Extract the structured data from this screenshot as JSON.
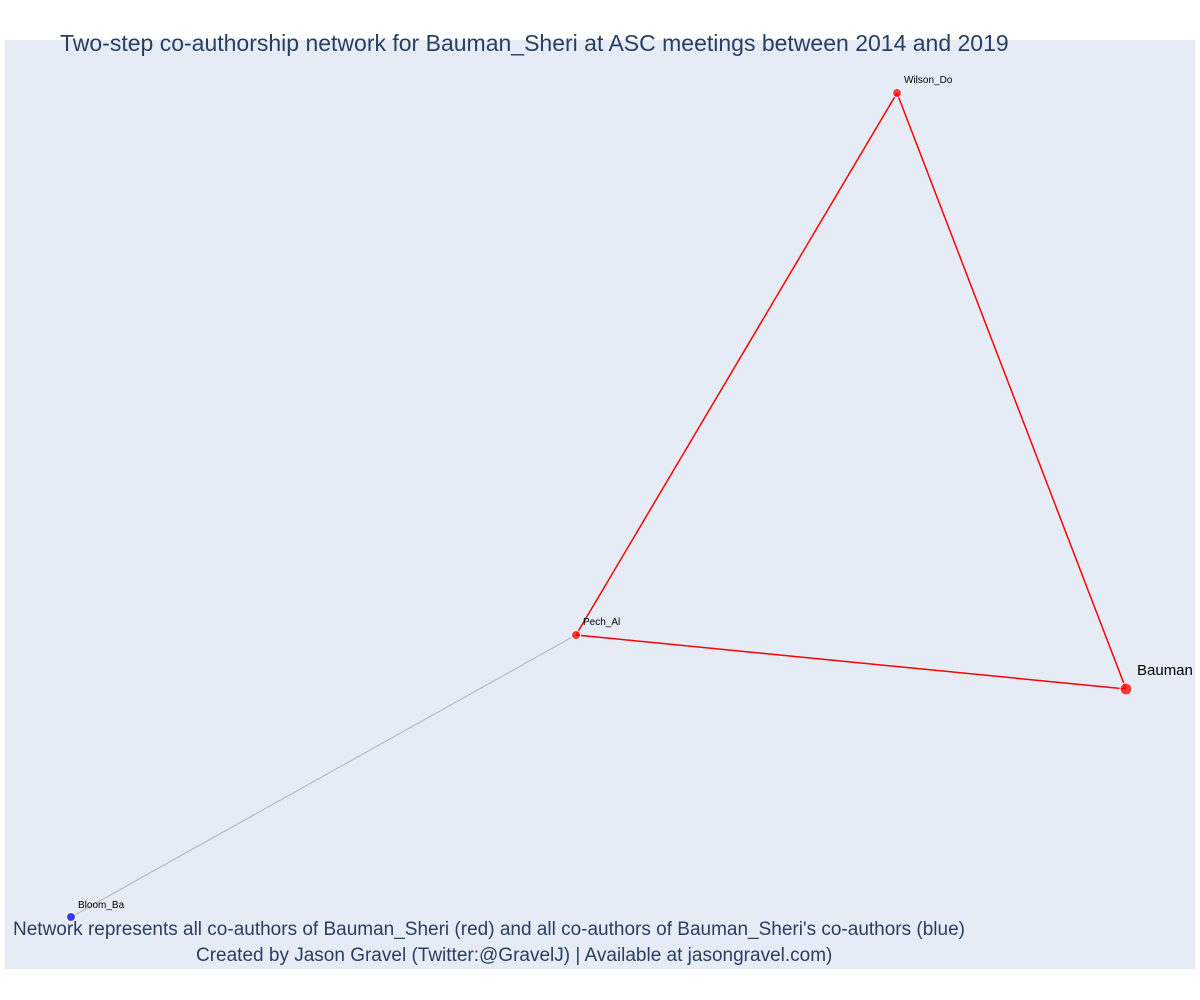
{
  "title": "Two-step co-authorship network for Bauman_Sheri at ASC meetings between 2014 and 2019",
  "footnote": {
    "line1": "Network represents all co-authors of Bauman_Sheri (red) and all co-authors of Bauman_Sheri's co-authors (blue)",
    "line2": "Created by Jason Gravel (Twitter:@GravelJ) | Available at jasongravel.com)"
  },
  "colors": {
    "background": "#e5ecf6",
    "first_degree": "#ff0000",
    "second_degree": "#0000ff",
    "first_degree_edge": "#ff0000",
    "second_degree_edge": "#b0b0c0",
    "text": "#2a3f5f"
  },
  "network": {
    "nodes": [
      {
        "id": "bauman",
        "label": "Bauman",
        "group": "focal"
      },
      {
        "id": "wilson",
        "label": "Wilson_Do",
        "group": "co-author"
      },
      {
        "id": "pech",
        "label": "Pech_Al",
        "group": "co-author"
      },
      {
        "id": "bloom",
        "label": "Bloom_Ba",
        "group": "co-author-of-co-author"
      }
    ],
    "edges": [
      {
        "source": "wilson",
        "target": "pech",
        "type": "first-degree"
      },
      {
        "source": "wilson",
        "target": "bauman",
        "type": "first-degree"
      },
      {
        "source": "pech",
        "target": "bauman",
        "type": "first-degree"
      },
      {
        "source": "pech",
        "target": "bloom",
        "type": "second-degree"
      }
    ]
  }
}
